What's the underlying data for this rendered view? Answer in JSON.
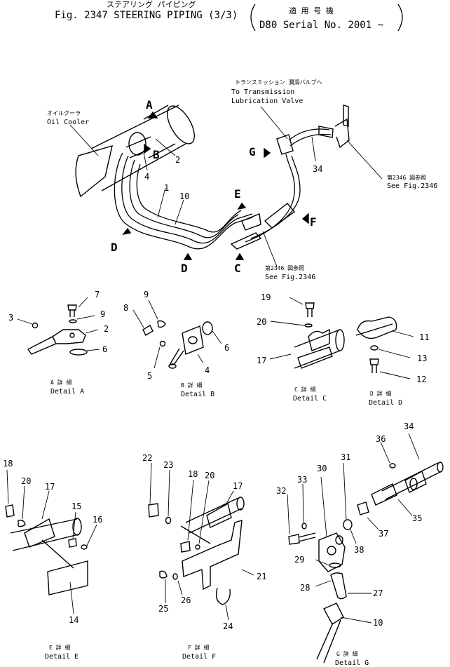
{
  "header": {
    "jp_title": "ステアリング パイピング",
    "title": "Fig. 2347  STEERING  PIPING  (3/3)",
    "jp_applic": "適 用 号 機",
    "applic": "D80  Serial  No. 2001 ~"
  },
  "main": {
    "oil_cooler_jp": "オイルクーラ",
    "oil_cooler": "Oil Cooler",
    "trans_jp": "トランスミッション 潤滑バルブへ",
    "trans_1": "To  Transmission",
    "trans_2": "Lubrication  Valve",
    "see_jp": "第2346 図参照",
    "see_en": "See  Fig.2346",
    "arrows": {
      "A": "A",
      "B": "B",
      "C": "C",
      "D1": "D",
      "D2": "D",
      "E": "E",
      "F": "F",
      "G": "G"
    },
    "parts": {
      "p1": "1",
      "p2": "2",
      "p4": "4",
      "p10": "10",
      "p34": "34"
    }
  },
  "details": {
    "A": {
      "jp": "A 詳 細",
      "label": "Detail  A",
      "parts": [
        "7",
        "9",
        "3",
        "2",
        "6"
      ]
    },
    "B": {
      "jp": "B 詳 細",
      "label": "Detail  B",
      "parts": [
        "9",
        "8",
        "6",
        "5",
        "4"
      ]
    },
    "C": {
      "jp": "C 詳 細",
      "label": "Detail  C",
      "parts": [
        "19",
        "20",
        "17"
      ]
    },
    "D": {
      "jp": "D 詳 細",
      "label": "Detail  D",
      "parts": [
        "11",
        "13",
        "12"
      ]
    },
    "E": {
      "jp": "E 詳 細",
      "label": "Detail  E",
      "parts": [
        "18",
        "20",
        "17",
        "15",
        "16",
        "14"
      ]
    },
    "F": {
      "jp": "F 詳 細",
      "label": "Detail  F",
      "parts": [
        "22",
        "23",
        "18",
        "20",
        "17",
        "21",
        "25",
        "26",
        "24"
      ]
    },
    "G": {
      "jp": "G 詳 細",
      "label": "Detail  G",
      "parts": [
        "34",
        "36",
        "31",
        "30",
        "33",
        "32",
        "37",
        "35",
        "38",
        "29",
        "28",
        "27",
        "10"
      ]
    }
  }
}
